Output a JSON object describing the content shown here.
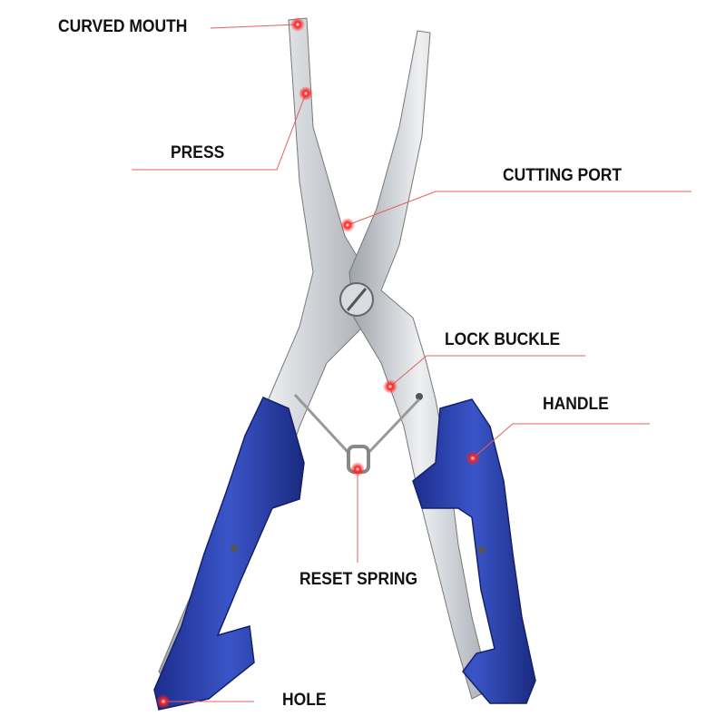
{
  "labels": {
    "curved_mouth": "CURVED MOUTH",
    "press": "PRESS",
    "cutting_port": "CUTTING PORT",
    "lock_buckle": "LOCK BUCKLE",
    "handle": "HANDLE",
    "reset_spring": "RESET SPRING",
    "hole": "HOLE"
  },
  "colors": {
    "handle_blue": "#2a3fa8",
    "steel": "#c9ccd1",
    "leader_line": "#e06060",
    "marker": "#ff1a1a"
  }
}
